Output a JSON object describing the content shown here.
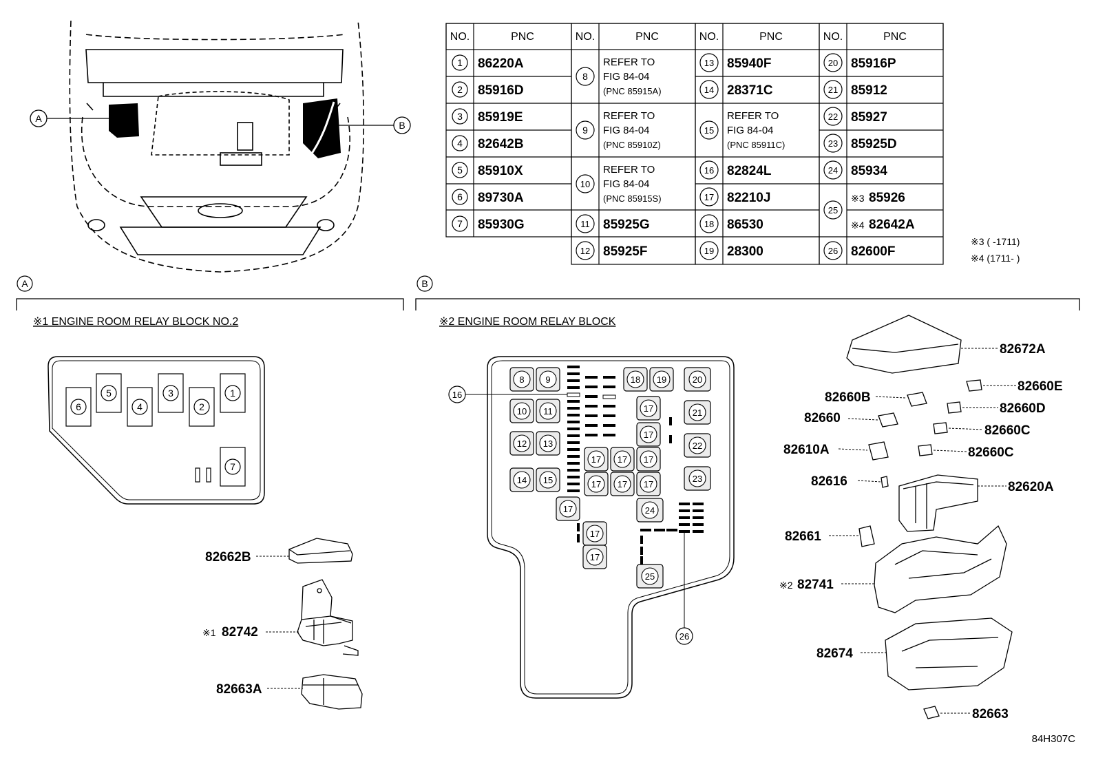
{
  "callouts": {
    "a": "A",
    "b": "B"
  },
  "table": {
    "col_no": "NO.",
    "col_pnc": "PNC",
    "cells": {
      "n1": "1",
      "p1": "86220A",
      "n2": "2",
      "p2": "85916D",
      "n3": "3",
      "p3": "85919E",
      "n4": "4",
      "p4": "82642B",
      "n5": "5",
      "p5": "85910X",
      "n6": "6",
      "p6": "89730A",
      "n7": "7",
      "p7": "85930G",
      "n8": "8",
      "r8a": "REFER TO",
      "r8b": "FIG 84-04",
      "r8c": "(PNC 85915A)",
      "n9": "9",
      "r9a": "REFER TO",
      "r9b": "FIG 84-04",
      "r9c": "(PNC 85910Z)",
      "n10": "10",
      "r10a": "REFER TO",
      "r10b": "FIG 84-04",
      "r10c": "(PNC 85915S)",
      "n11": "11",
      "p11": "85925G",
      "n12": "12",
      "p12": "85925F",
      "n13": "13",
      "p13": "85940F",
      "n14": "14",
      "p14": "28371C",
      "n15": "15",
      "r15a": "REFER TO",
      "r15b": "FIG 84-04",
      "r15c": "(PNC 85911C)",
      "n16": "16",
      "p16": "82824L",
      "n17": "17",
      "p17": "82210J",
      "n18": "18",
      "p18": "86530",
      "n19": "19",
      "p19": "28300",
      "n20": "20",
      "p20": "85916P",
      "n21": "21",
      "p21": "85912",
      "n22": "22",
      "p22": "85927",
      "n23": "23",
      "p23": "85925D",
      "n24": "24",
      "p24": "85934",
      "n25": "25",
      "p25a": "85926",
      "p25b": "82642A",
      "n26": "26",
      "p26": "82600F"
    },
    "mark3": "※3",
    "mark4": "※4"
  },
  "notes": {
    "note3": "※3 (      -1711)",
    "note4": "※4 (1711-      )"
  },
  "sections": {
    "a_title": "※1 ENGINE ROOM RELAY BLOCK NO.2",
    "b_title": "※2 ENGINE ROOM RELAY BLOCK"
  },
  "block_a": {
    "slots": [
      "6",
      "5",
      "4",
      "3",
      "2",
      "1",
      "7"
    ]
  },
  "block_b": {
    "slots": [
      "8",
      "9",
      "18",
      "19",
      "20",
      "10",
      "11",
      "17",
      "21",
      "12",
      "13",
      "17",
      "22",
      "17",
      "17",
      "17",
      "14",
      "15",
      "17",
      "17",
      "17",
      "23",
      "17",
      "24",
      "17",
      "17",
      "25"
    ],
    "callout16": "16",
    "callout26": "26"
  },
  "parts": {
    "p82672A": "82672A",
    "p82660B": "82660B",
    "p82660E": "82660E",
    "p82660": "82660",
    "p82660D": "82660D",
    "p82660C1": "82660C",
    "p82610A": "82610A",
    "p82660C2": "82660C",
    "p82616": "82616",
    "p82620A": "82620A",
    "p82661": "82661",
    "p82741_mark": "※2",
    "p82741": "82741",
    "p82674": "82674",
    "p82663": "82663",
    "p82662B": "82662B",
    "p82742_mark": "※1",
    "p82742": "82742",
    "p82663A": "82663A"
  },
  "figure_code": "84H307C"
}
